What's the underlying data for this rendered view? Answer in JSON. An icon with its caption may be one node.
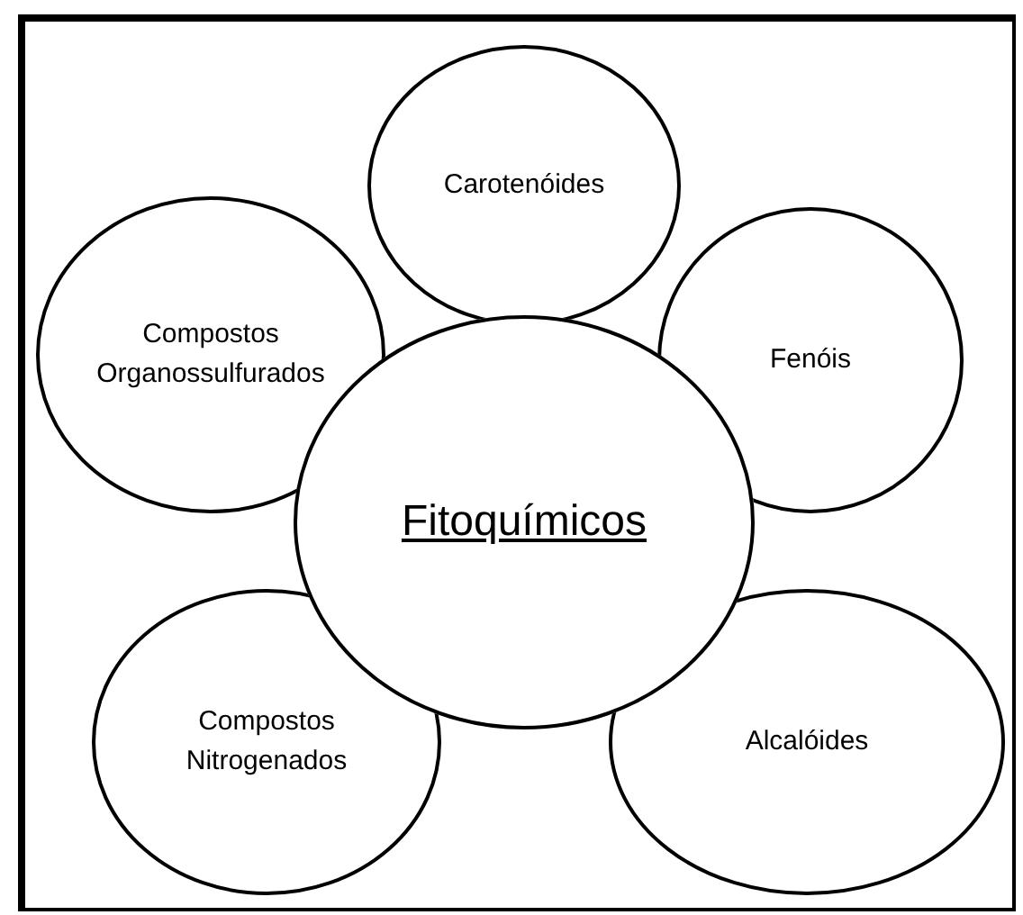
{
  "diagram": {
    "nodes": [
      {
        "text": [
          "Carotenóides"
        ]
      },
      {
        "text": [
          "Compostos Organossulfurados"
        ]
      },
      {
        "text": [
          "Fenóis"
        ]
      },
      {
        "text": [
          "Fitoquímicos"
        ]
      },
      {
        "text": [
          "Compostos Nitrogenados"
        ]
      },
      {
        "text": [
          "Alcalóides"
        ]
      }
    ]
  }
}
